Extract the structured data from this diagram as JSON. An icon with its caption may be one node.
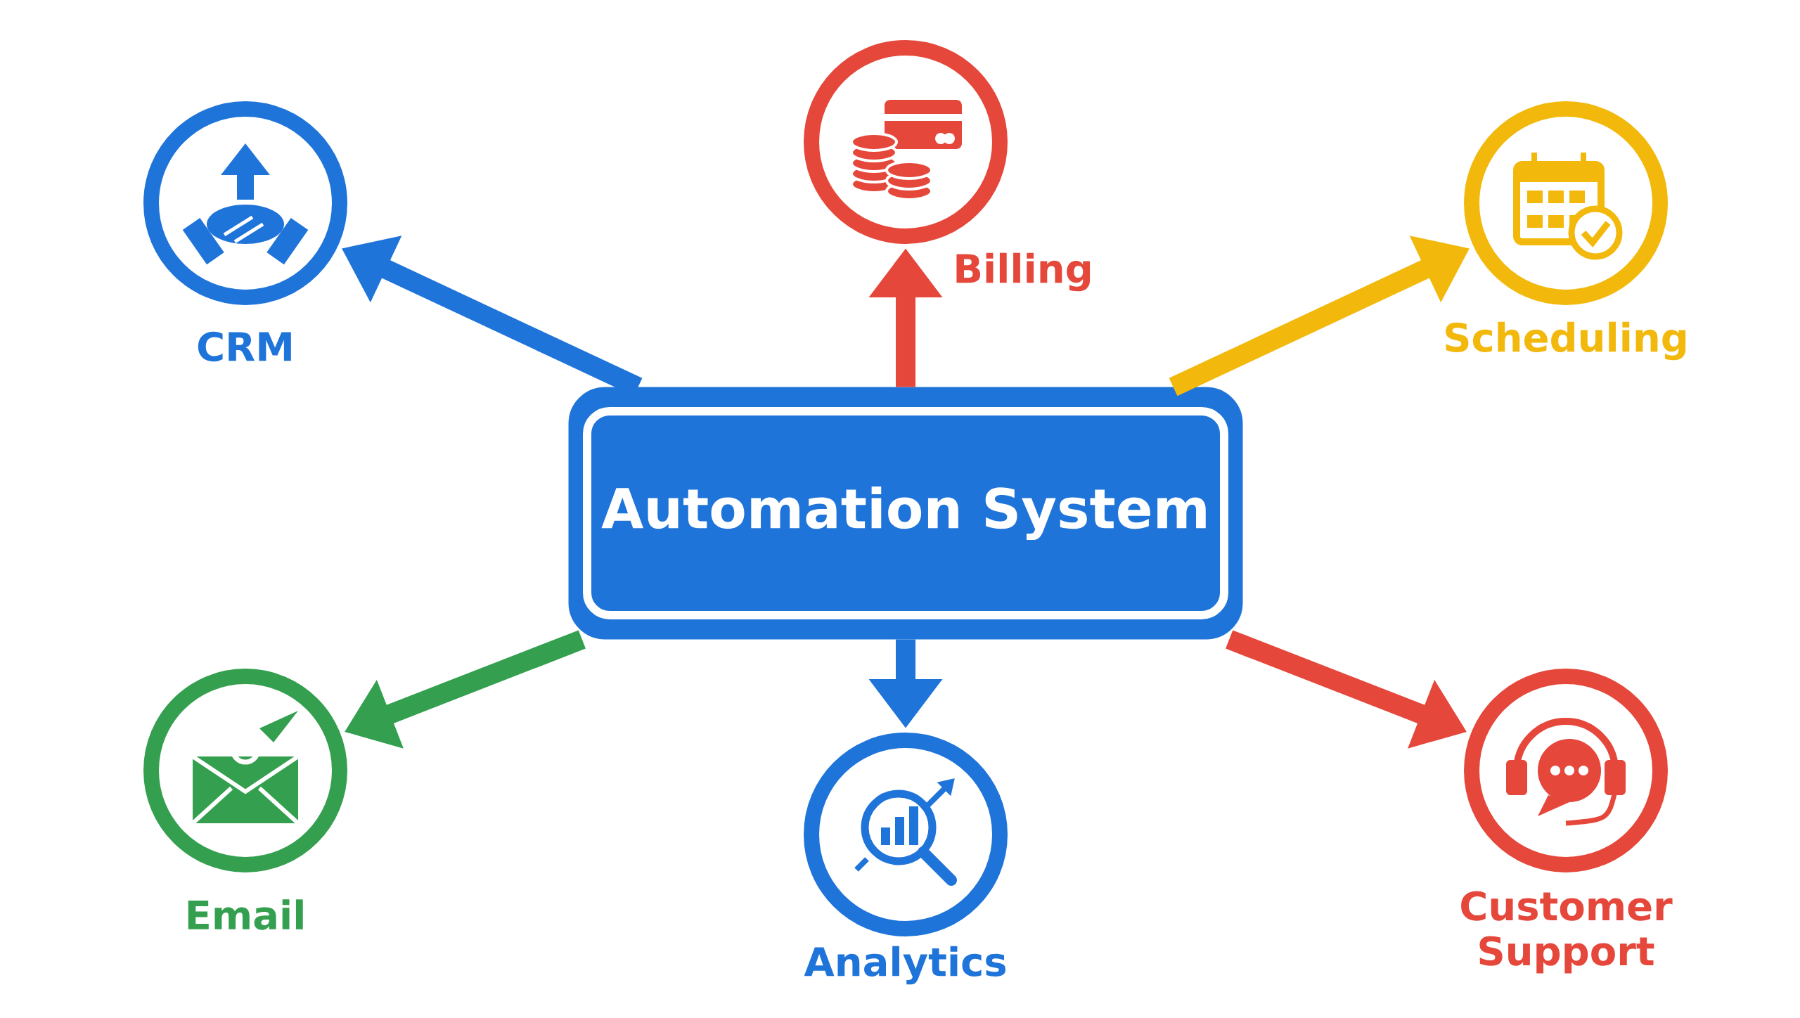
{
  "diagram": {
    "nodes": [
      {
        "text": [
          "Automation System"
        ]
      },
      {
        "text": [
          "CRM"
        ]
      },
      {
        "text": [
          "Billing"
        ]
      },
      {
        "text": [
          "Scheduling"
        ]
      },
      {
        "text": [
          "Email"
        ]
      },
      {
        "text": [
          "Analytics"
        ]
      },
      {
        "text": [
          "Customer Support"
        ]
      }
    ],
    "edges": [
      {
        "from": 0,
        "to": 1,
        "arrow": "to",
        "color": "#1f74d9"
      },
      {
        "from": 0,
        "to": 2,
        "arrow": "to",
        "color": "#e5473b"
      },
      {
        "from": 0,
        "to": 3,
        "arrow": "to",
        "color": "#f2b90c"
      },
      {
        "from": 0,
        "to": 4,
        "arrow": "to",
        "color": "#34a04f"
      },
      {
        "from": 0,
        "to": 5,
        "arrow": "to",
        "color": "#1f74d9"
      },
      {
        "from": 0,
        "to": 6,
        "arrow": "to",
        "color": "#e5473b"
      }
    ]
  }
}
